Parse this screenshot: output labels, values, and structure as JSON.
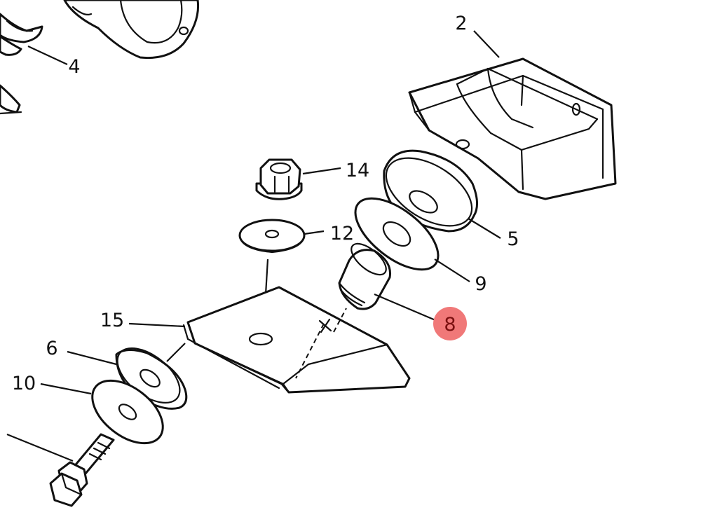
{
  "callouts": {
    "c2": "2",
    "c4": "4",
    "c14": "14",
    "c5": "5",
    "c12": "12",
    "c9": "9",
    "c8": "8",
    "c15": "15",
    "c6": "6",
    "c10": "10"
  },
  "highlight": {
    "callout": "8",
    "color": "#f07878",
    "text_color": "#7a0f0f"
  },
  "colors": {
    "line": "#111111",
    "background": "#ffffff"
  }
}
